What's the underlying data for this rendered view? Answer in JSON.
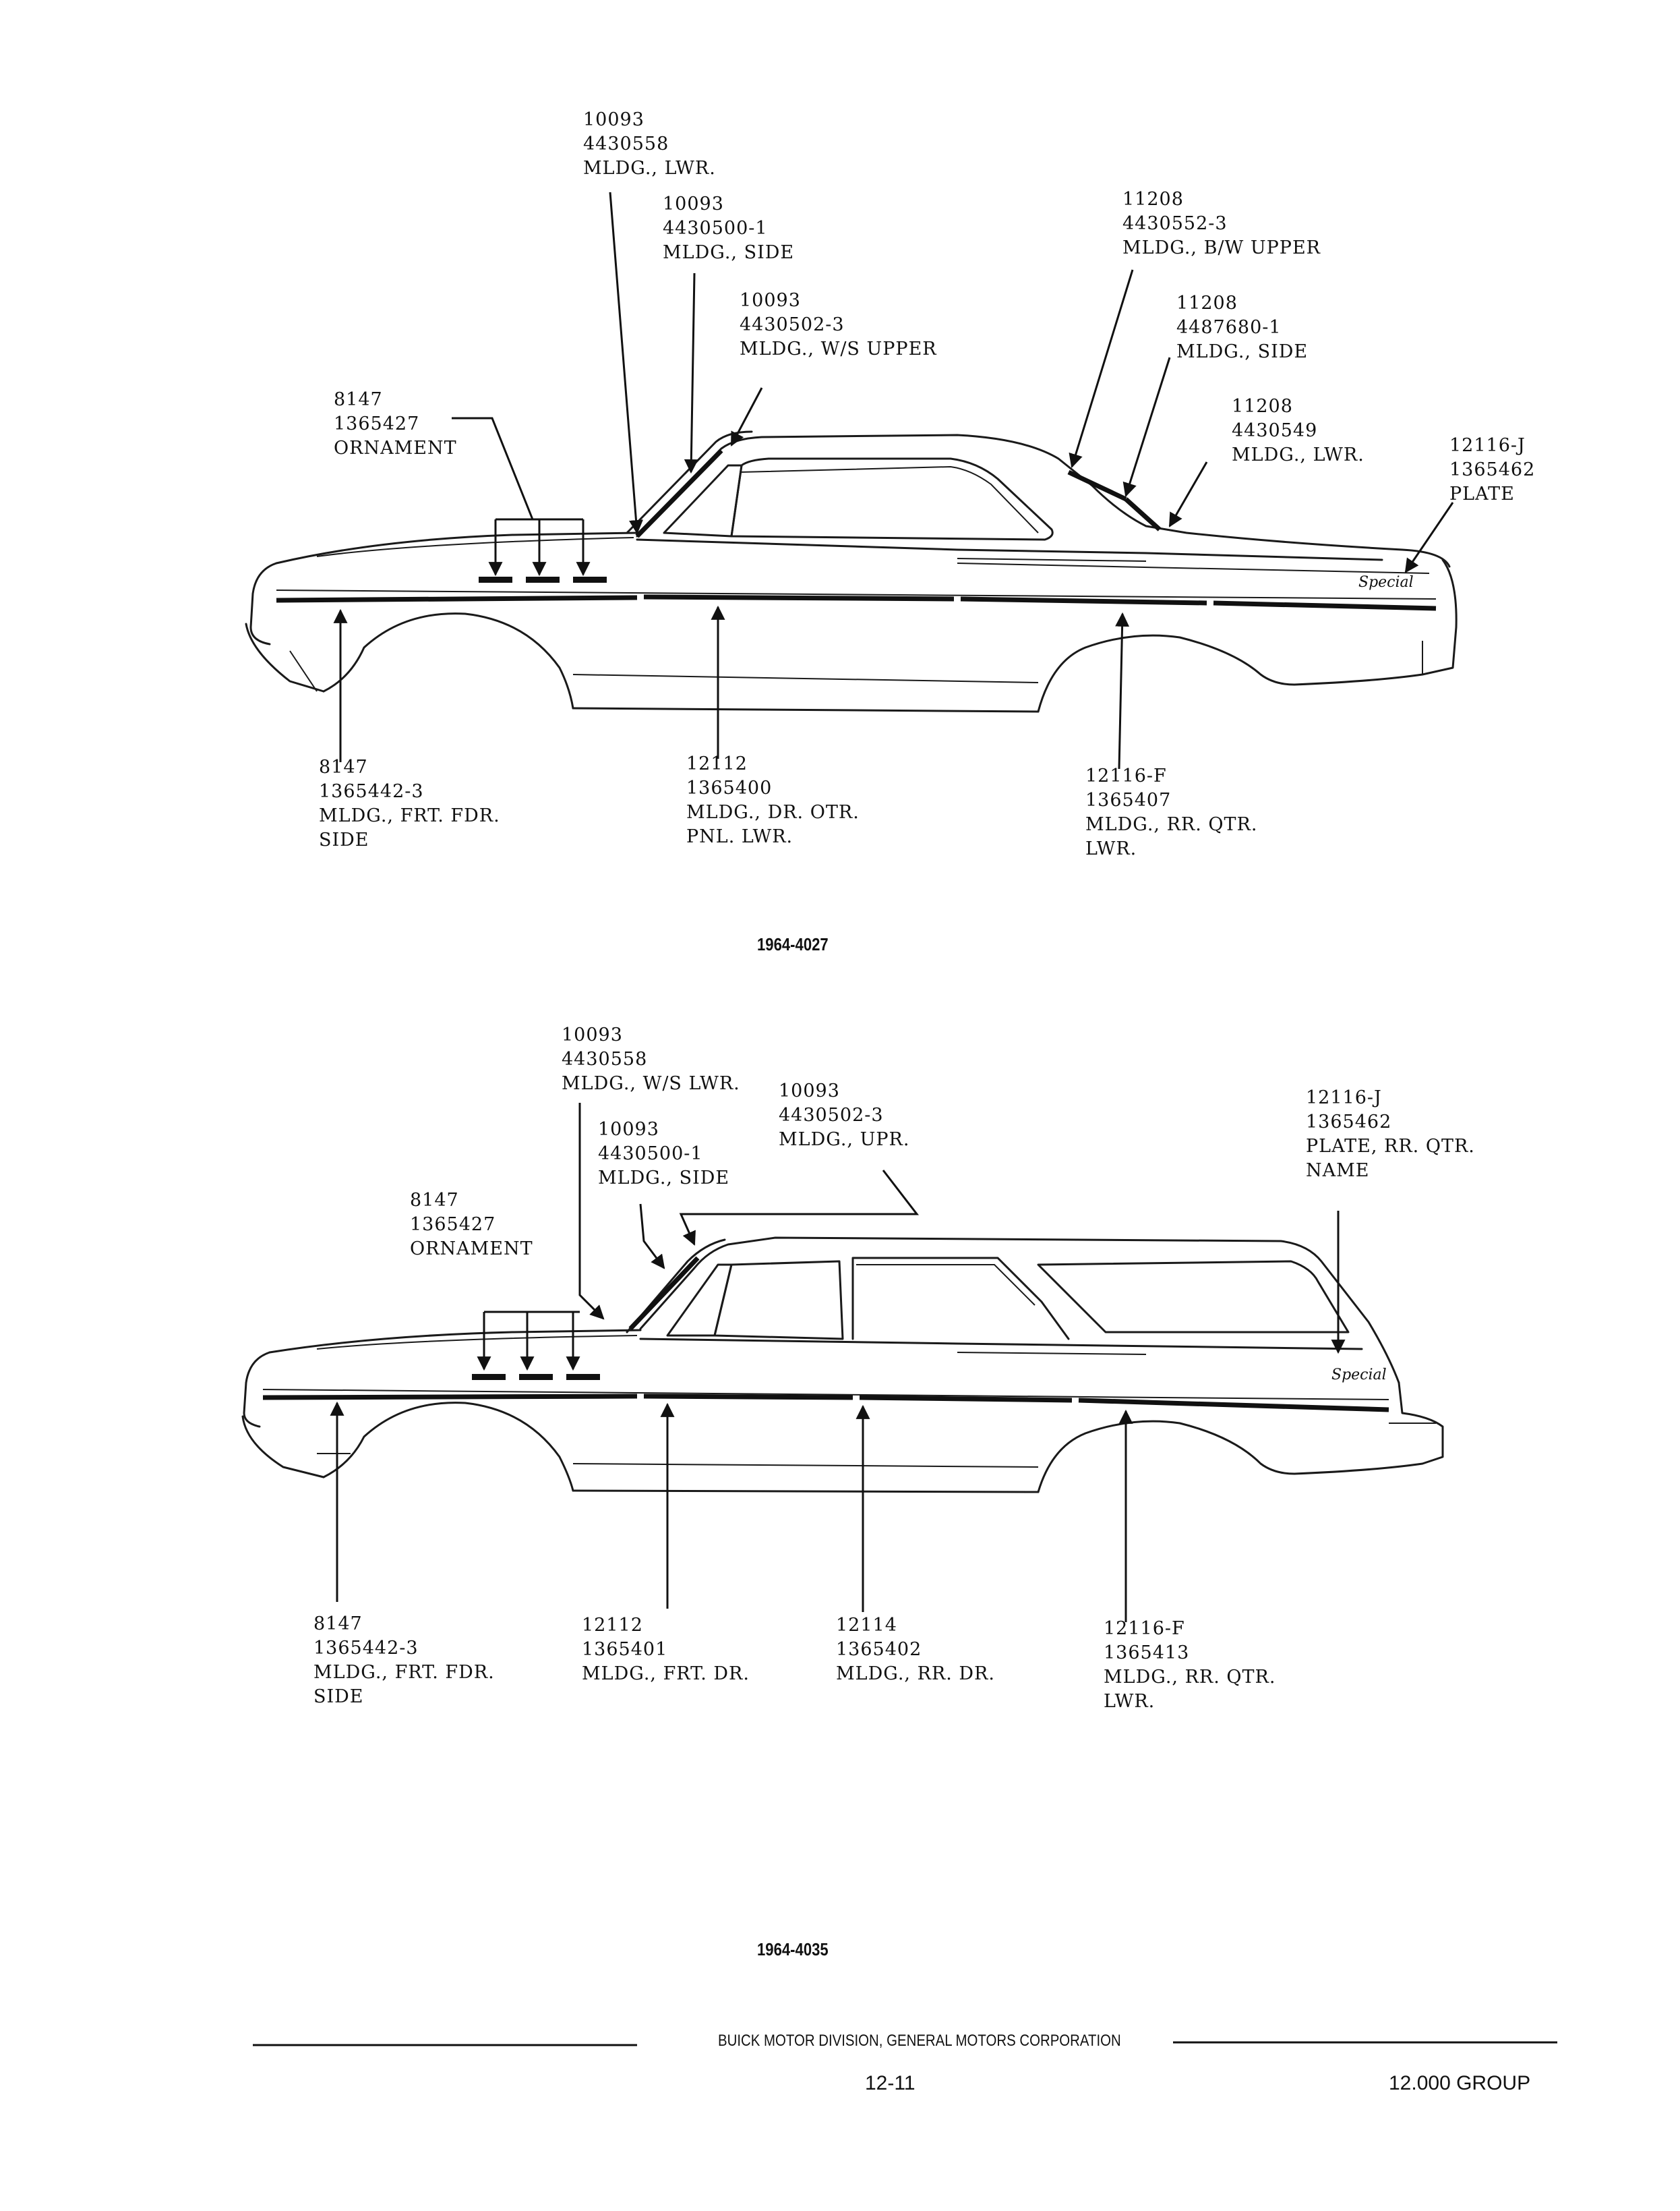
{
  "figure1": {
    "caption": "1964-4027",
    "emblem": "Special",
    "callouts": {
      "lwr": [
        "10093",
        "4430558",
        "MLDG., LWR."
      ],
      "side": [
        "10093",
        "4430500-1",
        "MLDG., SIDE"
      ],
      "ws_upper": [
        "10093",
        "4430502-3",
        "MLDG., W/S UPPER"
      ],
      "ornament": [
        "8147",
        "1365427",
        "ORNAMENT"
      ],
      "bw_upper": [
        "11208",
        "4430552-3",
        "MLDG., B/W UPPER"
      ],
      "bw_side": [
        "11208",
        "4487680-1",
        "MLDG., SIDE"
      ],
      "bw_lwr": [
        "11208",
        "4430549",
        "MLDG., LWR."
      ],
      "plate": [
        "12116-J",
        "1365462",
        "PLATE"
      ],
      "frt_fdr": [
        "8147",
        "1365442-3",
        "MLDG., FRT. FDR.",
        "SIDE"
      ],
      "dr_otr": [
        "12112",
        "1365400",
        "MLDG., DR. OTR.",
        "PNL. LWR."
      ],
      "rr_qtr": [
        "12116-F",
        "1365407",
        "MLDG., RR. QTR.",
        "LWR."
      ]
    }
  },
  "figure2": {
    "caption": "1964-4035",
    "emblem": "Special",
    "callouts": {
      "ws_lwr": [
        "10093",
        "4430558",
        "MLDG., W/S LWR."
      ],
      "upr": [
        "10093",
        "4430502-3",
        "MLDG., UPR."
      ],
      "side": [
        "10093",
        "4430500-1",
        "MLDG., SIDE"
      ],
      "ornament": [
        "8147",
        "1365427",
        "ORNAMENT"
      ],
      "plate": [
        "12116-J",
        "1365462",
        "PLATE, RR. QTR.",
        "NAME"
      ],
      "frt_fdr": [
        "8147",
        "1365442-3",
        "MLDG., FRT. FDR.",
        "SIDE"
      ],
      "frt_dr": [
        "12112",
        "1365401",
        "MLDG., FRT. DR."
      ],
      "rr_dr": [
        "12114",
        "1365402",
        "MLDG., RR. DR."
      ],
      "rr_qtr": [
        "12116-F",
        "1365413",
        "MLDG., RR. QTR.",
        "LWR."
      ]
    }
  },
  "footer": {
    "division": "BUICK MOTOR DIVISION, GENERAL MOTORS CORPORATION",
    "page": "12-11",
    "group": "12.000 GROUP"
  }
}
